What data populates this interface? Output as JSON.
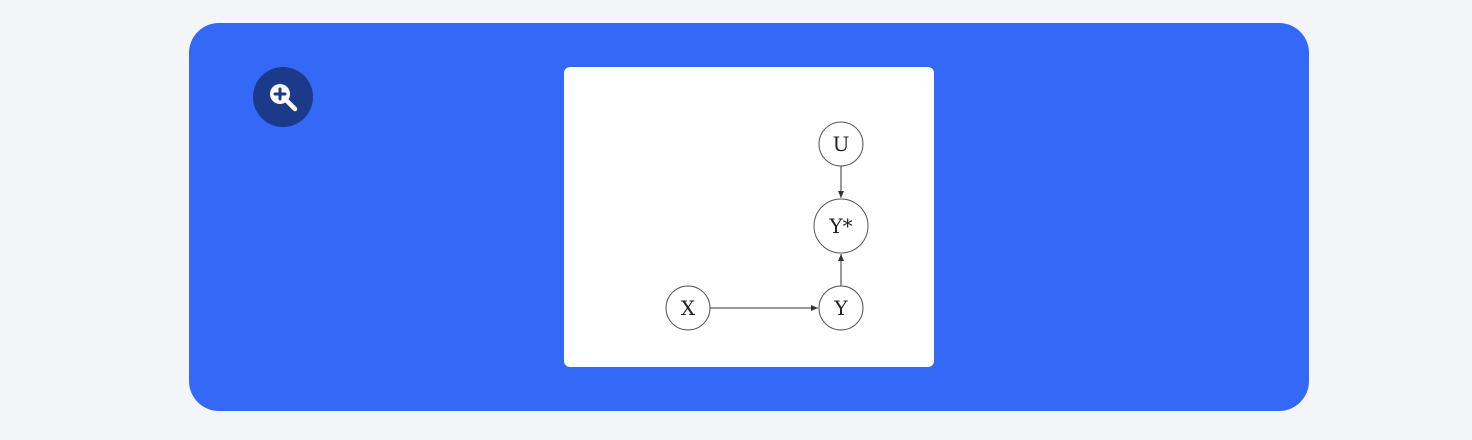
{
  "zoom_button": {
    "icon": "zoom-in-icon"
  },
  "diagram": {
    "nodes": [
      {
        "id": "U",
        "label": "U"
      },
      {
        "id": "Ystar",
        "label": "Y*"
      },
      {
        "id": "X",
        "label": "X"
      },
      {
        "id": "Y",
        "label": "Y"
      }
    ],
    "edges": [
      {
        "from": "U",
        "to": "Ystar"
      },
      {
        "from": "X",
        "to": "Y"
      },
      {
        "from": "Y",
        "to": "Ystar"
      }
    ]
  },
  "colors": {
    "card_background": "#3469f7",
    "zoom_button_background": "#1b3a8a",
    "page_background": "#f4f5f9",
    "diagram_stroke": "#555555"
  }
}
